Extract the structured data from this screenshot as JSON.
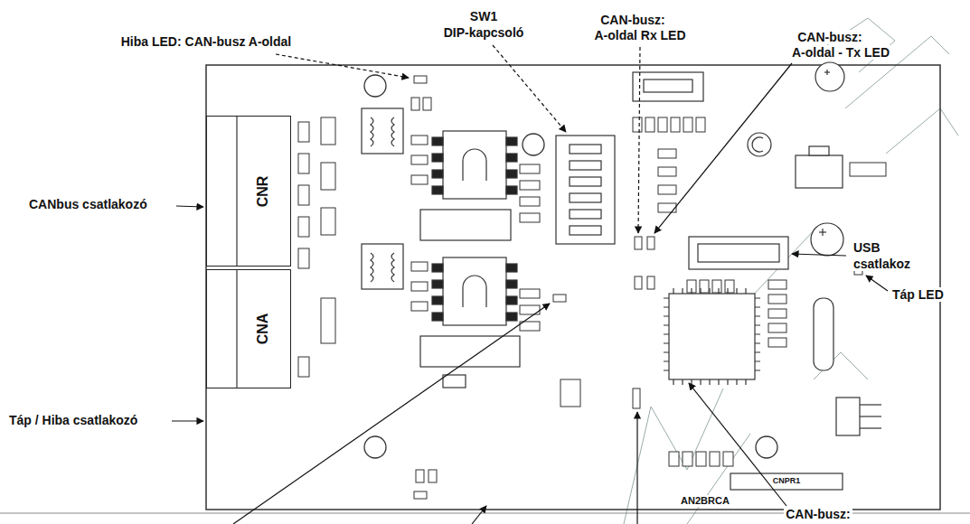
{
  "diagram": {
    "nodes": [
      {
        "text": [
          "CNR"
        ]
      },
      {
        "text": [
          "CNA"
        ]
      }
    ],
    "labels": [
      "Hiba LED: CAN-busz A-oldal",
      "SW1",
      "DIP-kapcsoló",
      "CAN-busz:",
      "A-oldal Rx LED",
      "CAN-busz:",
      "A-oldal - Tx LED",
      "CANbus csatlakozó",
      "USB",
      "csatlakoz",
      "Táp LED",
      "Táp / Hiba csatlakozó",
      "AN2BRCA",
      "CNPR1",
      "CAN-busz:"
    ]
  }
}
